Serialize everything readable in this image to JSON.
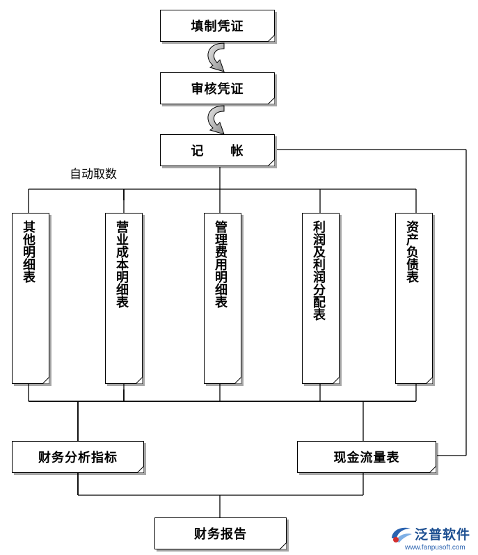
{
  "top_boxes": {
    "fill_voucher": "填制凭证",
    "review_voucher": "审核凭证",
    "post_account": "记　　帐"
  },
  "auto_fetch_label": "自动取数",
  "detail_reports": [
    "其他明细表",
    "营业成本明细表",
    "管理费用明细表",
    "利润及利润分配表",
    "资产负债表"
  ],
  "mid_boxes": {
    "financial_indicators": "财务分析指标",
    "cash_flow": "现金流量表"
  },
  "final_box": "财务报告",
  "logo": {
    "name": "泛普软件",
    "url": "www.fanpusoft.com"
  },
  "colors": {
    "line": "#000000",
    "arrow_fill": "#b4b4b4",
    "logo_blue": "#1d4f91"
  }
}
